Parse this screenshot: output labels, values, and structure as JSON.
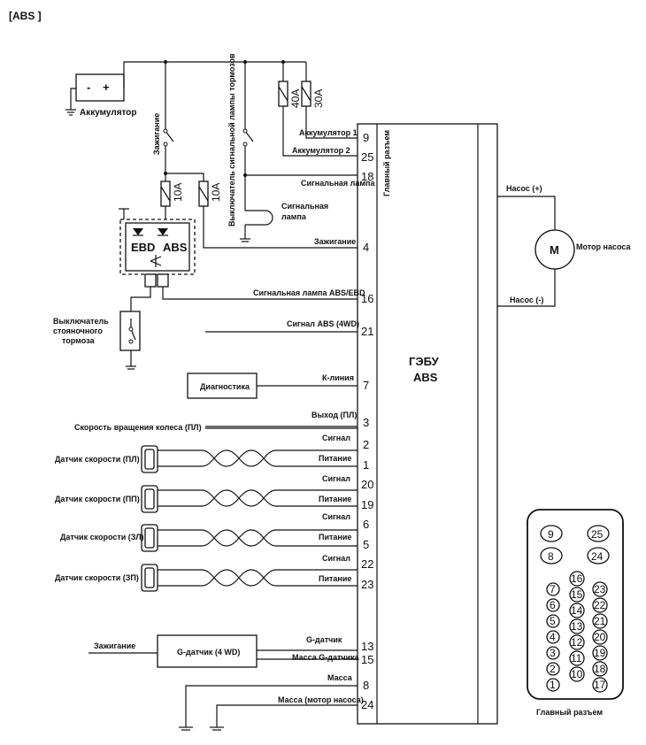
{
  "header": {
    "title": "[ABS ]"
  },
  "battery": {
    "label": "Аккумулятор",
    "minus": "-",
    "plus": "+"
  },
  "ignition_switch": {
    "label": "Зажигание"
  },
  "brake_lamp_switch": {
    "label": "Выключатель сигнальной лампы тормозов"
  },
  "fuses": {
    "f1": "10A",
    "f2": "10A",
    "f3": "40A",
    "f4": "30A"
  },
  "warning_lamp": {
    "label_line1": "Сигнальная",
    "label_line2": "лампа"
  },
  "cluster": {
    "ebd": "EBD",
    "abs": "ABS"
  },
  "parking_switch": {
    "line1": "Выключатель",
    "line2": "стояночного",
    "line3": "тормоза"
  },
  "ecu": {
    "title_line1": "ГЭБУ",
    "title_line2": "ABS",
    "connector_label": "Главный разъем"
  },
  "pump": {
    "plus_label": "Насос (+)",
    "minus_label": "Насос (-)",
    "motor_letter": "M",
    "motor_label": "Мотор насоса"
  },
  "diagnostics": {
    "label": "Диагностика"
  },
  "g_sensor": {
    "label": "G-датчик (4 WD)",
    "ign_label": "Зажигание"
  },
  "wheel_speed": {
    "label": "Скорость вращения колеса (ПЛ)"
  },
  "sensors": {
    "s1": "Датчик скорости (ПЛ)",
    "s2": "Датчик скорости (ПП)",
    "s3": "Датчик скорости (ЗЛ)",
    "s4": "Датчик скорости (ЗП)"
  },
  "pins": [
    {
      "num": "9",
      "label": "Аккумулятор 1"
    },
    {
      "num": "25",
      "label": "Аккумулятор 2"
    },
    {
      "num": "18",
      "label": "Сигнальная лампа"
    },
    {
      "num": "4",
      "label": "Зажигание"
    },
    {
      "num": "16",
      "label": "Сигнальная лампа ABS/EBD"
    },
    {
      "num": "21",
      "label": "Сигнал ABS (4WD)"
    },
    {
      "num": "7",
      "label": "К-линия"
    },
    {
      "num": "3",
      "label": "Выход (ПЛ)"
    },
    {
      "num": "2",
      "label": "Сигнал"
    },
    {
      "num": "1",
      "label": "Питание"
    },
    {
      "num": "20",
      "label": "Сигнал"
    },
    {
      "num": "19",
      "label": "Питание"
    },
    {
      "num": "6",
      "label": "Сигнал"
    },
    {
      "num": "5",
      "label": "Питание"
    },
    {
      "num": "22",
      "label": "Сигнал"
    },
    {
      "num": "23",
      "label": "Питание"
    },
    {
      "num": "13",
      "label": "G-датчик"
    },
    {
      "num": "15",
      "label": "Масса G-датчика"
    },
    {
      "num": "8",
      "label": "Масса"
    },
    {
      "num": "24",
      "label": "Масса (мотор насоса)"
    }
  ],
  "connector": {
    "caption": "Главный разъем",
    "top": [
      "9",
      "25",
      "8",
      "24"
    ],
    "left": [
      "7",
      "6",
      "5",
      "4",
      "3",
      "2",
      "1"
    ],
    "middle": [
      "16",
      "15",
      "14",
      "13",
      "12",
      "11",
      "10"
    ],
    "right": [
      "23",
      "22",
      "21",
      "20",
      "19",
      "18",
      "17"
    ]
  }
}
